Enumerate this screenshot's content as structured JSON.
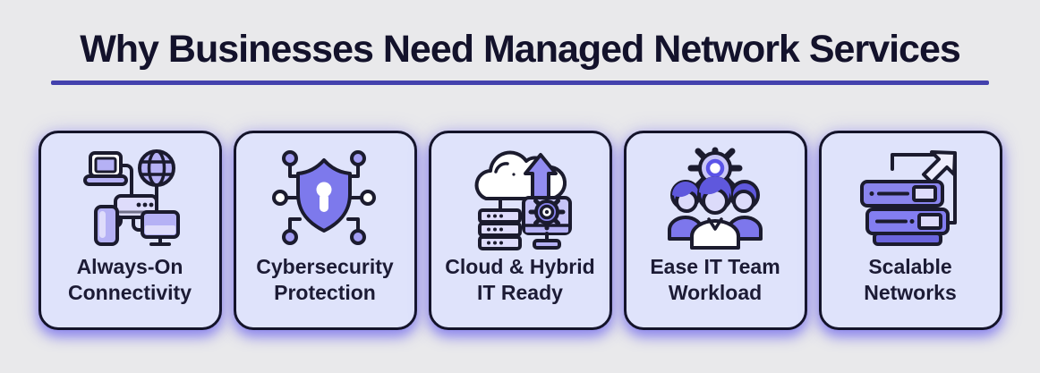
{
  "page": {
    "background": "#e9e9eb",
    "card_background": "#dfe3fb",
    "card_border": "#14142a",
    "title_color": "#13122b",
    "accent_underline": "#4341ad",
    "shadow_color": "#7c74ee",
    "icon_purple": "#7d79ec",
    "icon_lavender": "#b5b1f5",
    "icon_light": "#dedcfb"
  },
  "header": {
    "title": "Why Businesses Need Managed Network Services"
  },
  "cards": [
    {
      "icon": "connected-devices-icon",
      "label_line1": "Always-On",
      "label_line2": "Connectivity"
    },
    {
      "icon": "cybersecurity-shield-icon",
      "label_line1": "Cybersecurity",
      "label_line2": "Protection"
    },
    {
      "icon": "cloud-hybrid-icon",
      "label_line1": "Cloud & Hybrid",
      "label_line2": "IT Ready"
    },
    {
      "icon": "it-team-gear-icon",
      "label_line1": "Ease IT Team",
      "label_line2": "Workload"
    },
    {
      "icon": "scalable-servers-icon",
      "label_line1": "Scalable",
      "label_line2": "Networks"
    }
  ]
}
